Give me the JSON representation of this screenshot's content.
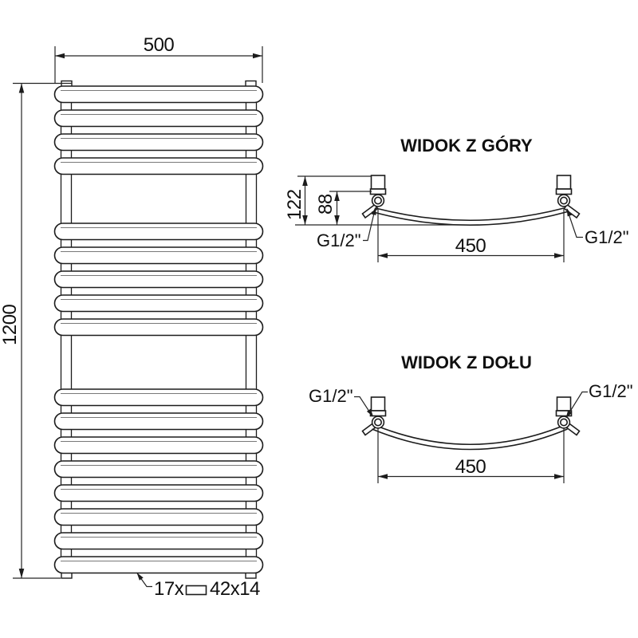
{
  "drawing": {
    "front_view": {
      "width_dim": "500",
      "height_dim": "1200",
      "tube_count_label": "17x",
      "tube_profile_label": "42x14"
    },
    "top_view": {
      "title": "WIDOK Z GÓRY",
      "total_depth_dim": "122",
      "axis_depth_dim": "88",
      "connection_spacing_dim": "450",
      "left_connection_label": "G1/2\"",
      "right_connection_label": "G1/2\""
    },
    "bottom_view": {
      "title": "WIDOK Z DOŁU",
      "connection_spacing_dim": "450",
      "left_connection_label": "G1/2\"",
      "right_connection_label": "G1/2\""
    },
    "colors": {
      "line": "#1c1c1c",
      "background": "#ffffff"
    }
  }
}
